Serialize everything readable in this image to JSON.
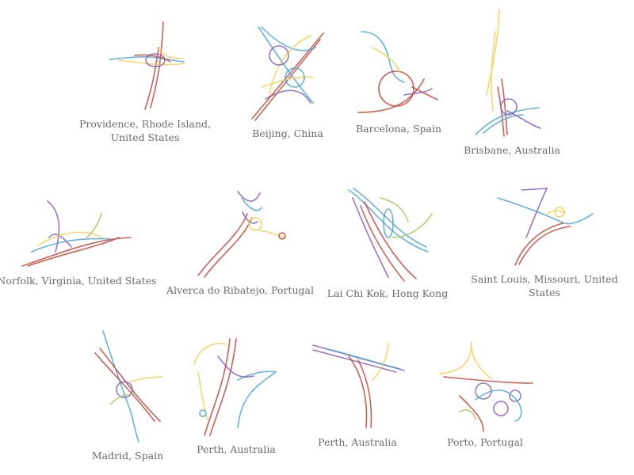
{
  "interchanges": [
    {
      "label_lines": [
        "Providence, Rhode Island,",
        "United States"
      ]
    },
    {
      "label_lines": [
        "Beijing, China"
      ]
    },
    {
      "label_lines": [
        "Barcelona, Spain"
      ]
    },
    {
      "label_lines": [
        "Brisbane, Australia"
      ]
    },
    {
      "label_lines": [
        "Norfolk, Virginia, United States"
      ]
    },
    {
      "label_lines": [
        "Alverca do Ribatejo, Portugal"
      ]
    },
    {
      "label_lines": [
        "Lai Chi Kok, Hong Kong"
      ]
    },
    {
      "label_lines": [
        "Saint Louis, Missouri, United",
        "States"
      ]
    },
    {
      "label_lines": [
        "Madrid, Spain"
      ]
    },
    {
      "label_lines": [
        "Perth, Australia"
      ]
    },
    {
      "label_lines": [
        "Perth, Australia"
      ]
    },
    {
      "label_lines": [
        "Porto, Portugal"
      ]
    }
  ],
  "colors": {
    "red": "#c4473b",
    "blue": "#4fa3d8",
    "yellow": "#ecd257",
    "purple": "#8660b8",
    "green": "#a6c663",
    "label": "#6b6b6b"
  }
}
